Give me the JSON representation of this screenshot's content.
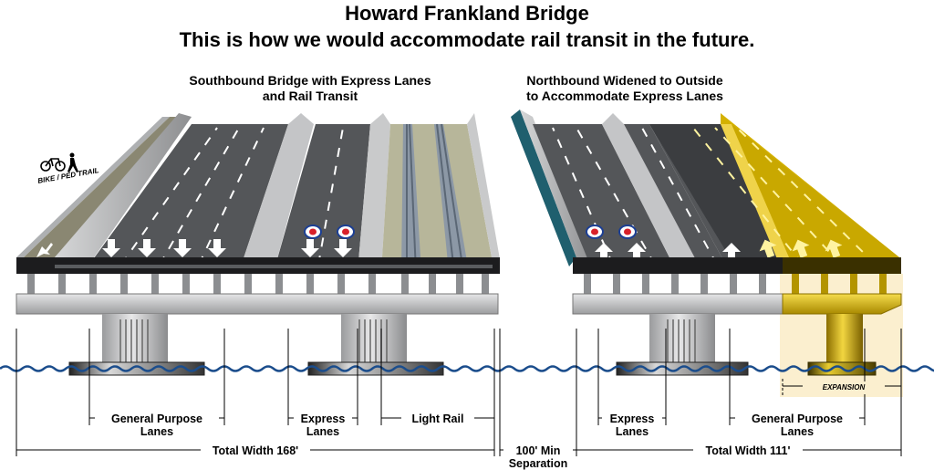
{
  "title": {
    "line1": "Howard Frankland Bridge",
    "line2": "This is how we would accommodate rail transit in the future."
  },
  "southbound": {
    "heading_line1": "Southbound Bridge with Express Lanes",
    "heading_line2": "and Rail Transit",
    "bike_label": "BIKE / PED TRAIL"
  },
  "northbound": {
    "heading_line1": "Northbound Widened to Outside",
    "heading_line2": "to Accommodate Express Lanes",
    "expansion_label": "EXPANSION"
  },
  "dimensions": {
    "sb_general_line1": "General Purpose",
    "sb_general_line2": "Lanes",
    "sb_express_line1": "Express",
    "sb_express_line2": "Lanes",
    "sb_rail": "Light Rail",
    "sb_total": "Total Width 168'",
    "separation_line1": "100' Min",
    "separation_line2": "Separation",
    "nb_express_line1": "Express",
    "nb_express_line2": "Lanes",
    "nb_general_line1": "General Purpose",
    "nb_general_line2": "Lanes",
    "nb_total": "Total Width 111'"
  },
  "colors": {
    "pavement": "#545659",
    "concrete": "#c9cacb",
    "expansion": "#d4b100",
    "expansion_bg": "#fbefcf",
    "water": "#1b4d8c",
    "rail_ballast": "#b7b69a"
  }
}
